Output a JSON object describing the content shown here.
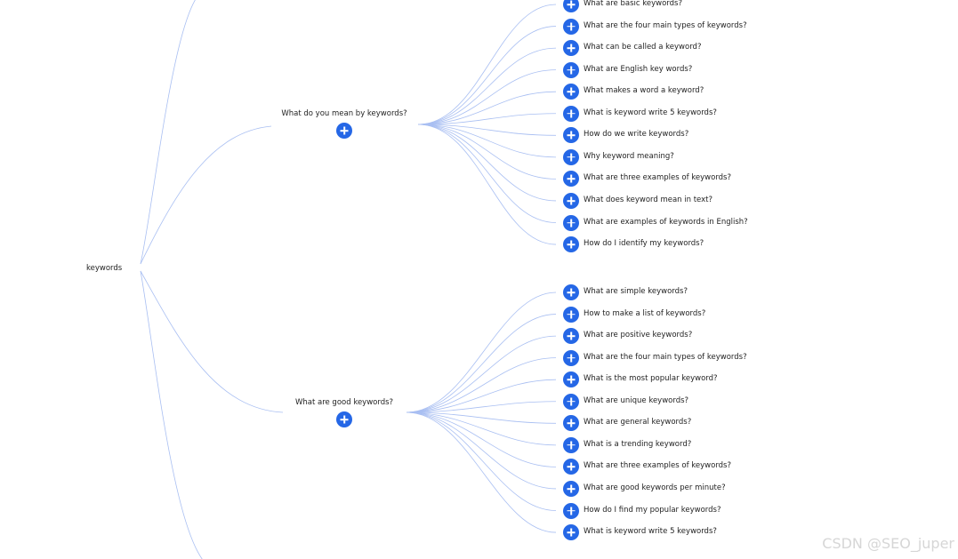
{
  "root": {
    "label": "keywords"
  },
  "branches": [
    {
      "label": "What do you mean by keywords?",
      "children": [
        "What are basic keywords?",
        "What are the four main types of keywords?",
        "What can be called a keyword?",
        "What are English key words?",
        "What makes a word a keyword?",
        "What is keyword write 5 keywords?",
        "How do we write keywords?",
        "Why keyword meaning?",
        "What are three examples of keywords?",
        "What does keyword mean in text?",
        "What are examples of keywords in English?",
        "How do I identify my keywords?"
      ]
    },
    {
      "label": "What are good keywords?",
      "children": [
        "What are simple keywords?",
        "How to make a list of keywords?",
        "What are positive keywords?",
        "What are the four main types of keywords?",
        "What is the most popular keyword?",
        "What are unique keywords?",
        "What are general keywords?",
        "What is a trending keyword?",
        "What are three examples of keywords?",
        "What are good keywords per minute?",
        "How do I find my popular keywords?",
        "What is keyword write 5 keywords?"
      ]
    }
  ],
  "watermark": "CSDN @SEO_juper",
  "colors": {
    "accent": "#2567e6",
    "link": "#a9bff2",
    "text": "#1f1f1f"
  },
  "icons": {
    "expand": "plus-icon"
  }
}
